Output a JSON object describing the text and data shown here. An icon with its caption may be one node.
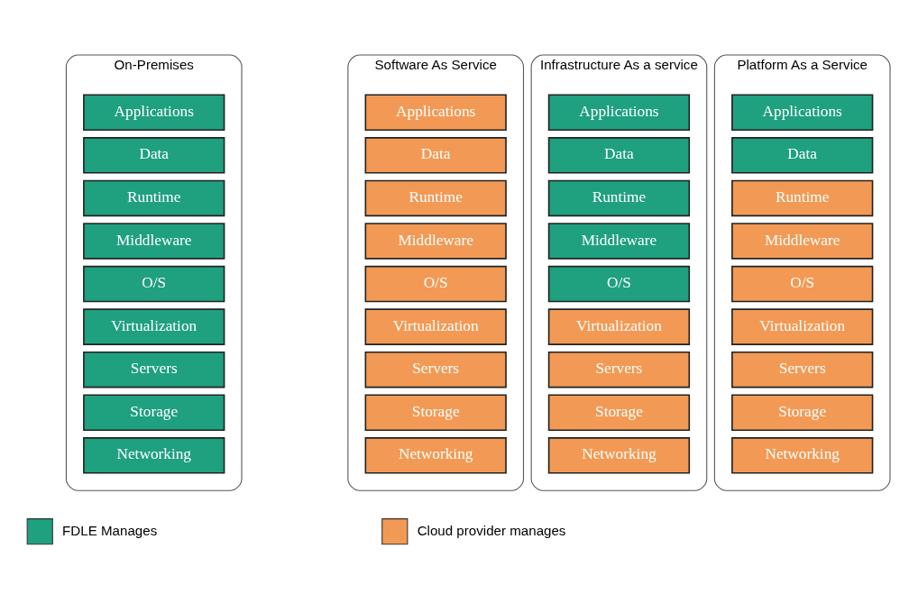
{
  "diagram": {
    "nodes": [
      {
        "text": [
          "On-Premises"
        ]
      },
      {
        "text": [
          "Applications"
        ],
        "in": 0
      },
      {
        "text": [
          "Data"
        ],
        "in": 0
      },
      {
        "text": [
          "Runtime"
        ],
        "in": 0
      },
      {
        "text": [
          "Middleware"
        ],
        "in": 0
      },
      {
        "text": [
          "O/S"
        ],
        "in": 0
      },
      {
        "text": [
          "Virtualization"
        ],
        "in": 0
      },
      {
        "text": [
          "Servers"
        ],
        "in": 0
      },
      {
        "text": [
          "Storage"
        ],
        "in": 0
      },
      {
        "text": [
          "Networking"
        ],
        "in": 0
      },
      {
        "text": [
          "Infrastructure As a service"
        ]
      },
      {
        "text": [
          "Applications"
        ],
        "in": 10
      },
      {
        "text": [
          "Data"
        ],
        "in": 10
      },
      {
        "text": [
          "Runtime"
        ],
        "in": 10
      },
      {
        "text": [
          "Middleware"
        ],
        "in": 10
      },
      {
        "text": [
          "O/S"
        ],
        "in": 10
      },
      {
        "text": [
          "Virtualization"
        ],
        "in": 10
      },
      {
        "text": [
          "Servers"
        ],
        "in": 10
      },
      {
        "text": [
          "Storage"
        ],
        "in": 10
      },
      {
        "text": [
          "Networking"
        ],
        "in": 10
      },
      {
        "text": [
          "Platform As a Service"
        ]
      },
      {
        "text": [
          "Applications"
        ],
        "in": 20
      },
      {
        "text": [
          "Data"
        ],
        "in": 20
      },
      {
        "text": [
          "Runtime"
        ],
        "in": 20
      },
      {
        "text": [
          "Middleware"
        ],
        "in": 20
      },
      {
        "text": [
          "O/S"
        ],
        "in": 20
      },
      {
        "text": [
          "Virtualization"
        ],
        "in": 20
      },
      {
        "text": [
          "Servers"
        ],
        "in": 20
      },
      {
        "text": [
          "Storage"
        ],
        "in": 20
      },
      {
        "text": [
          "Networking"
        ],
        "in": 20
      },
      {
        "text": [
          "Software As Service"
        ]
      },
      {
        "text": [
          "Applications"
        ],
        "in": 30
      },
      {
        "text": [
          "Data"
        ],
        "in": 30
      },
      {
        "text": [
          "Runtime"
        ],
        "in": 30
      },
      {
        "text": [
          "Middleware"
        ],
        "in": 30
      },
      {
        "text": [
          "O/S"
        ],
        "in": 30
      },
      {
        "text": [
          "Virtualization"
        ],
        "in": 30
      },
      {
        "text": [
          "Servers"
        ],
        "in": 30
      },
      {
        "text": [
          "Storage"
        ],
        "in": 30
      },
      {
        "text": [
          "Networking"
        ],
        "in": 30
      }
    ],
    "edges": [],
    "legend": [
      {
        "text": "FDLE Manages",
        "color": "#1fa07f"
      },
      {
        "text": "Cloud provider manages",
        "color": "#f29a55"
      }
    ]
  }
}
